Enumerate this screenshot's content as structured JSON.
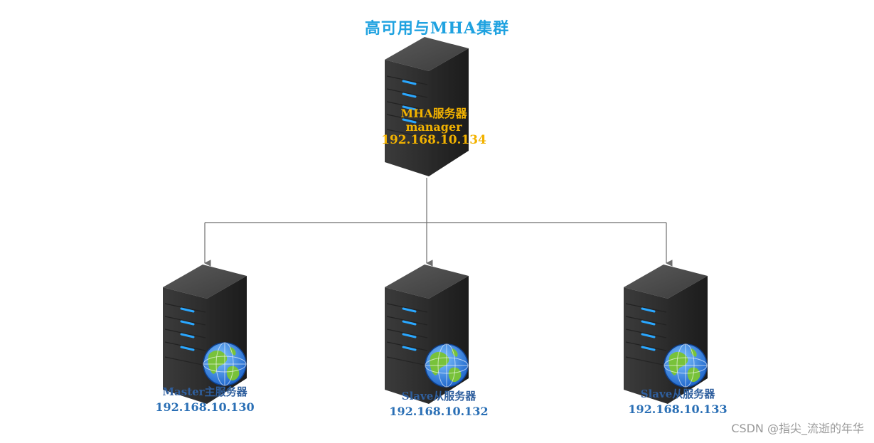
{
  "title": "高可用与MHA集群",
  "manager": {
    "name": "MHA服务器",
    "role": "manager",
    "ip": "192.168.10.134"
  },
  "nodes": [
    {
      "name": "Master主服务器",
      "ip": "192.168.10.130"
    },
    {
      "name": "Slave从服务器",
      "ip": "192.168.10.132"
    },
    {
      "name": "Slave从服务器",
      "ip": "192.168.10.133"
    }
  ],
  "watermark": "CSDN @指尖_流逝的年华",
  "colors": {
    "title": "#1fa2e0",
    "manager_label": "#f2b200",
    "node_label": "#2f5f9e",
    "connector": "#6e6e6e",
    "server_led": "#2aa7ff"
  },
  "icons": {
    "server": "server-tower-icon",
    "globe": "globe-icon"
  }
}
